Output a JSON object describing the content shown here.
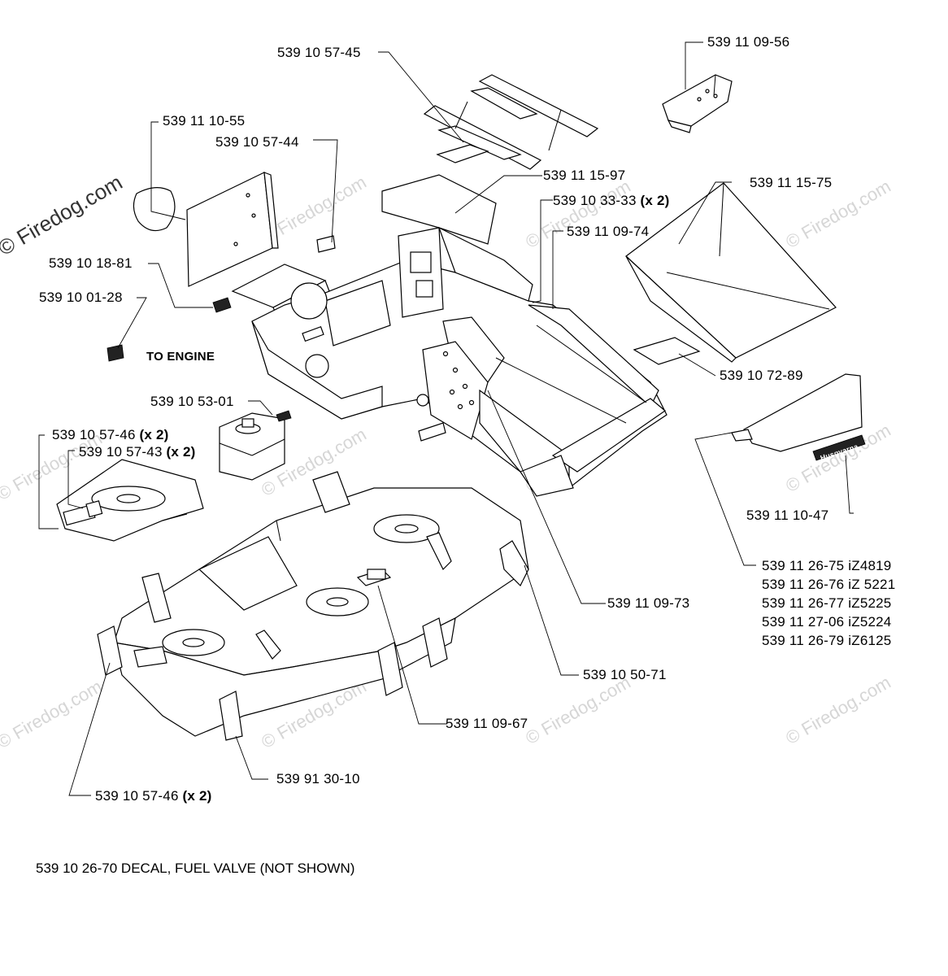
{
  "watermark": {
    "main": "© Firedog.com",
    "faint": "© Firedog.com"
  },
  "labels": {
    "p_57_45": "539  10  57-45",
    "p_09_56": "539  11  09-56",
    "p_10_55": "539  11  10-55",
    "p_57_44": "539  10  57-44",
    "p_15_97": "539  11  15-97",
    "p_33_33": "539  10  33-33",
    "p_33_33_qty": "(x 2)",
    "p_15_75": "539  11  15-75",
    "p_09_74": "539  11  09-74",
    "p_18_81": "539  10  18-81",
    "p_01_28": "539  10  01-28",
    "to_engine": "TO ENGINE",
    "p_72_89": "539  10  72-89",
    "p_53_01": "539  10  53-01",
    "p_57_46_top": "539  10  57-46",
    "p_57_46_top_qty": "(x 2)",
    "p_57_43": "539  10  57-43",
    "p_57_43_qty": "(x 2)",
    "p_10_47": "539  11  10-47",
    "p_26_75": "539  11  26-75  iZ4819",
    "p_26_76": "539  11  26-76  iZ 5221",
    "p_26_77": "539  11  26-77  iZ5225",
    "p_27_06": "539  11  27-06  iZ5224",
    "p_26_79": "539  11  26-79  iZ6125",
    "p_09_73": "539  11  09-73",
    "p_50_71": "539  10  50-71",
    "p_09_67": "539  11  09-67",
    "p_30_10": "539  91  30-10",
    "p_57_46_bot": "539  10  57-46",
    "p_57_46_bot_qty": "(x 2)",
    "brand_decal": "Husqvarna"
  },
  "footnote": "539 10 26-70 DECAL, FUEL VALVE (NOT SHOWN)"
}
